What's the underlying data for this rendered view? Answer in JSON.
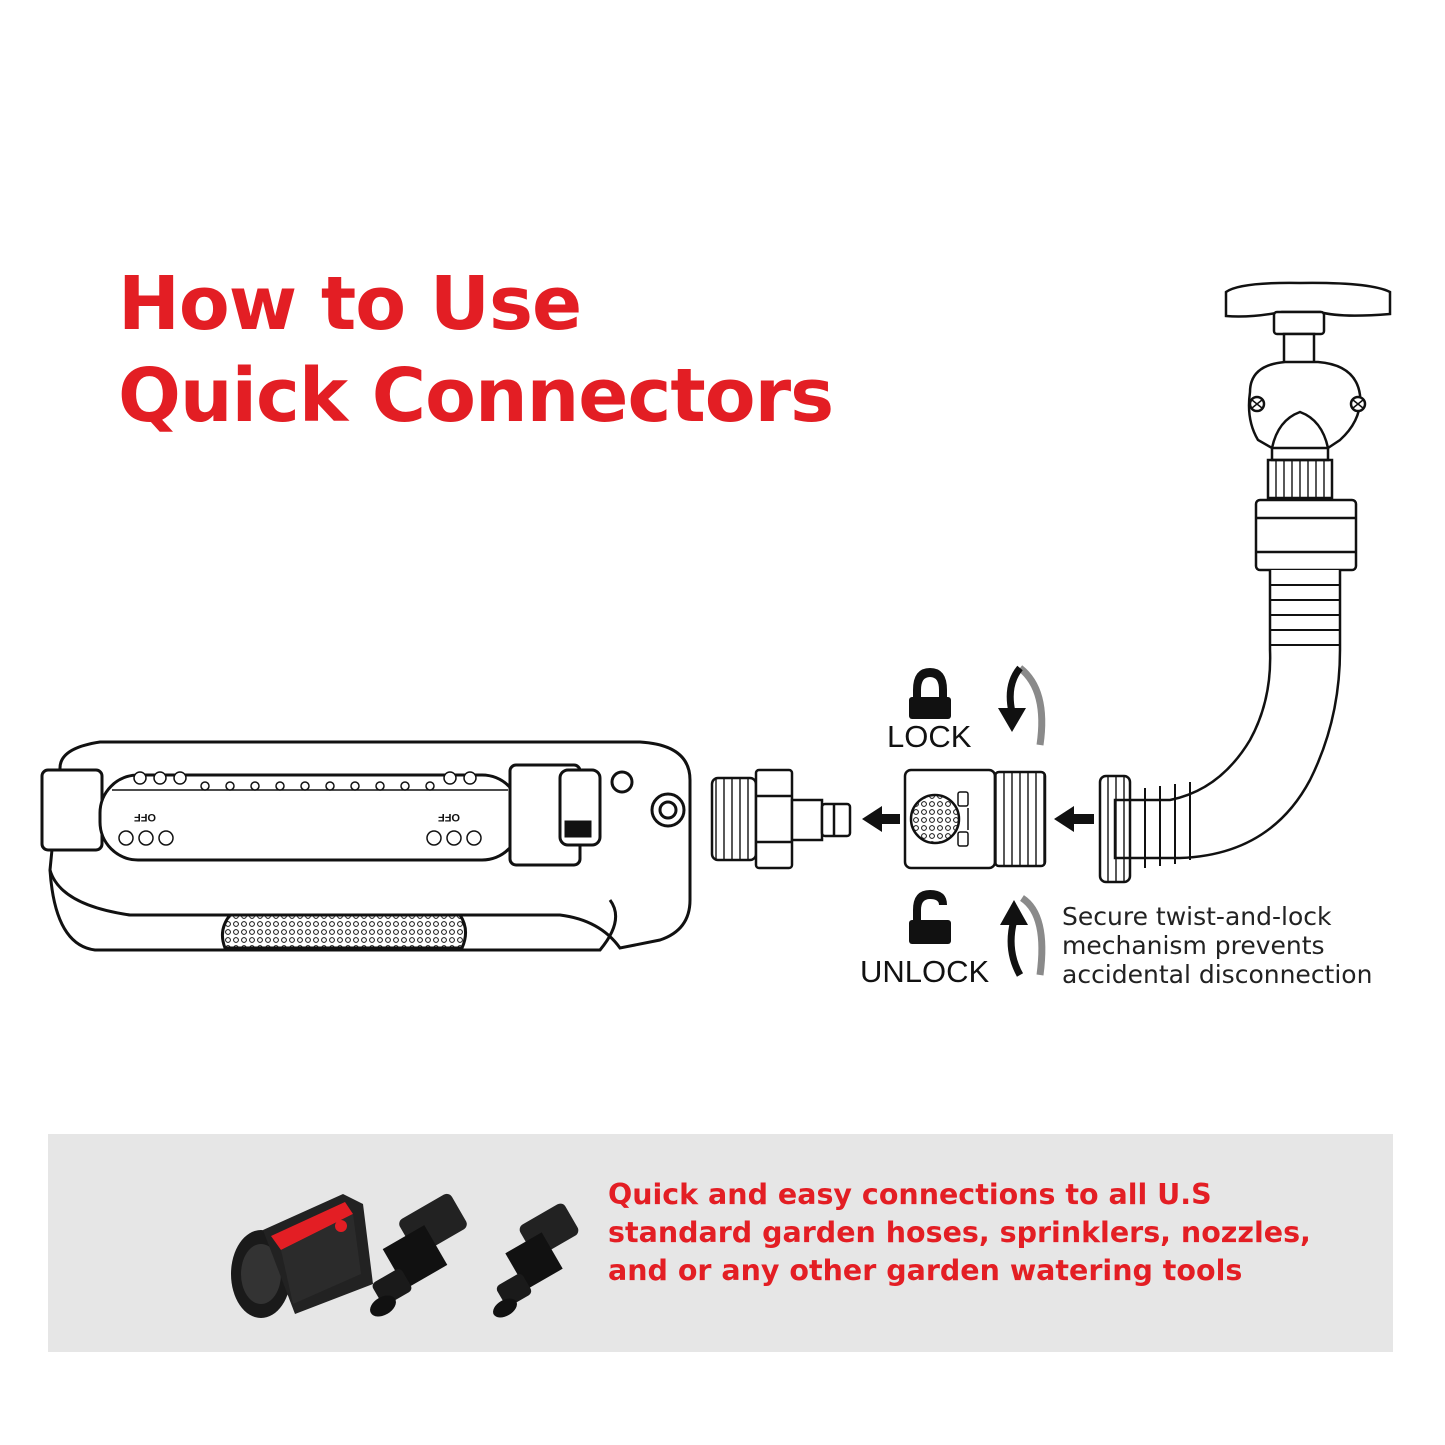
{
  "colors": {
    "accent": "#e31e24",
    "ink": "#111111",
    "panel_bg": "#e6e6e6",
    "arrow_gray": "#8a8a8a"
  },
  "title": {
    "line1": "How to Use",
    "line2": "Quick Connectors"
  },
  "lock": {
    "label": "LOCK",
    "icon": "lock-closed-icon"
  },
  "unlock": {
    "label": "UNLOCK",
    "icon": "lock-open-icon"
  },
  "note": {
    "line1": "Secure twist-and-lock",
    "line2": "mechanism prevents",
    "line3": "accidental disconnection"
  },
  "sprinkler": {
    "label_left": "OFF",
    "label_right": "OFF"
  },
  "panel": {
    "line1": "Quick and easy connections to all U.S",
    "line2": "standard garden hoses, sprinklers, nozzles,",
    "line3": "and or any other garden watering tools"
  }
}
